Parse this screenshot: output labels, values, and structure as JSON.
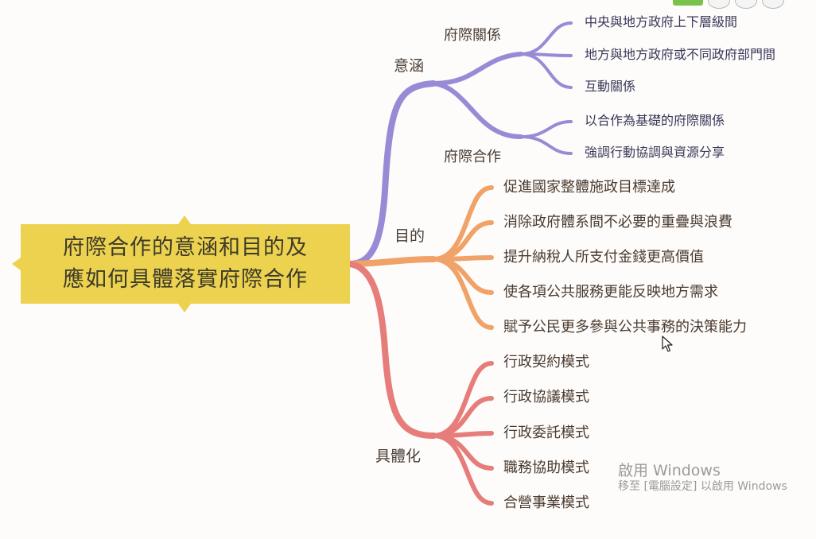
{
  "center_topic": {
    "lines": [
      "府際合作的意涵和目的及",
      "應如何具體落實府際合作"
    ]
  },
  "branches": [
    {
      "label": "意涵",
      "color": "#9a8ad6",
      "children": [
        {
          "label": "府際關係",
          "items": [
            "中央與地方政府上下層級間",
            "地方與地方政府或不同政府部門間",
            "互動關係"
          ]
        },
        {
          "label": "府際合作",
          "items": [
            "以合作為基礎的府際關係",
            "強調行動協調與資源分享"
          ]
        }
      ]
    },
    {
      "label": "目的",
      "color": "#f0a268",
      "items": [
        "促進國家整體施政目標達成",
        "消除政府體系間不必要的重疊與浪費",
        "提升納稅人所支付金錢更高價值",
        "使各項公共服務更能反映地方需求",
        "賦予公民更多參與公共事務的決策能力"
      ]
    },
    {
      "label": "具體化",
      "color": "#e67d7a",
      "items": [
        "行政契約模式",
        "行政協議模式",
        "行政委託模式",
        "職務協助模式",
        "合營事業模式"
      ]
    }
  ],
  "watermark": {
    "line1": "啟用 Windows",
    "line2": "移至 [電腦設定] 以啟用 Windows"
  }
}
